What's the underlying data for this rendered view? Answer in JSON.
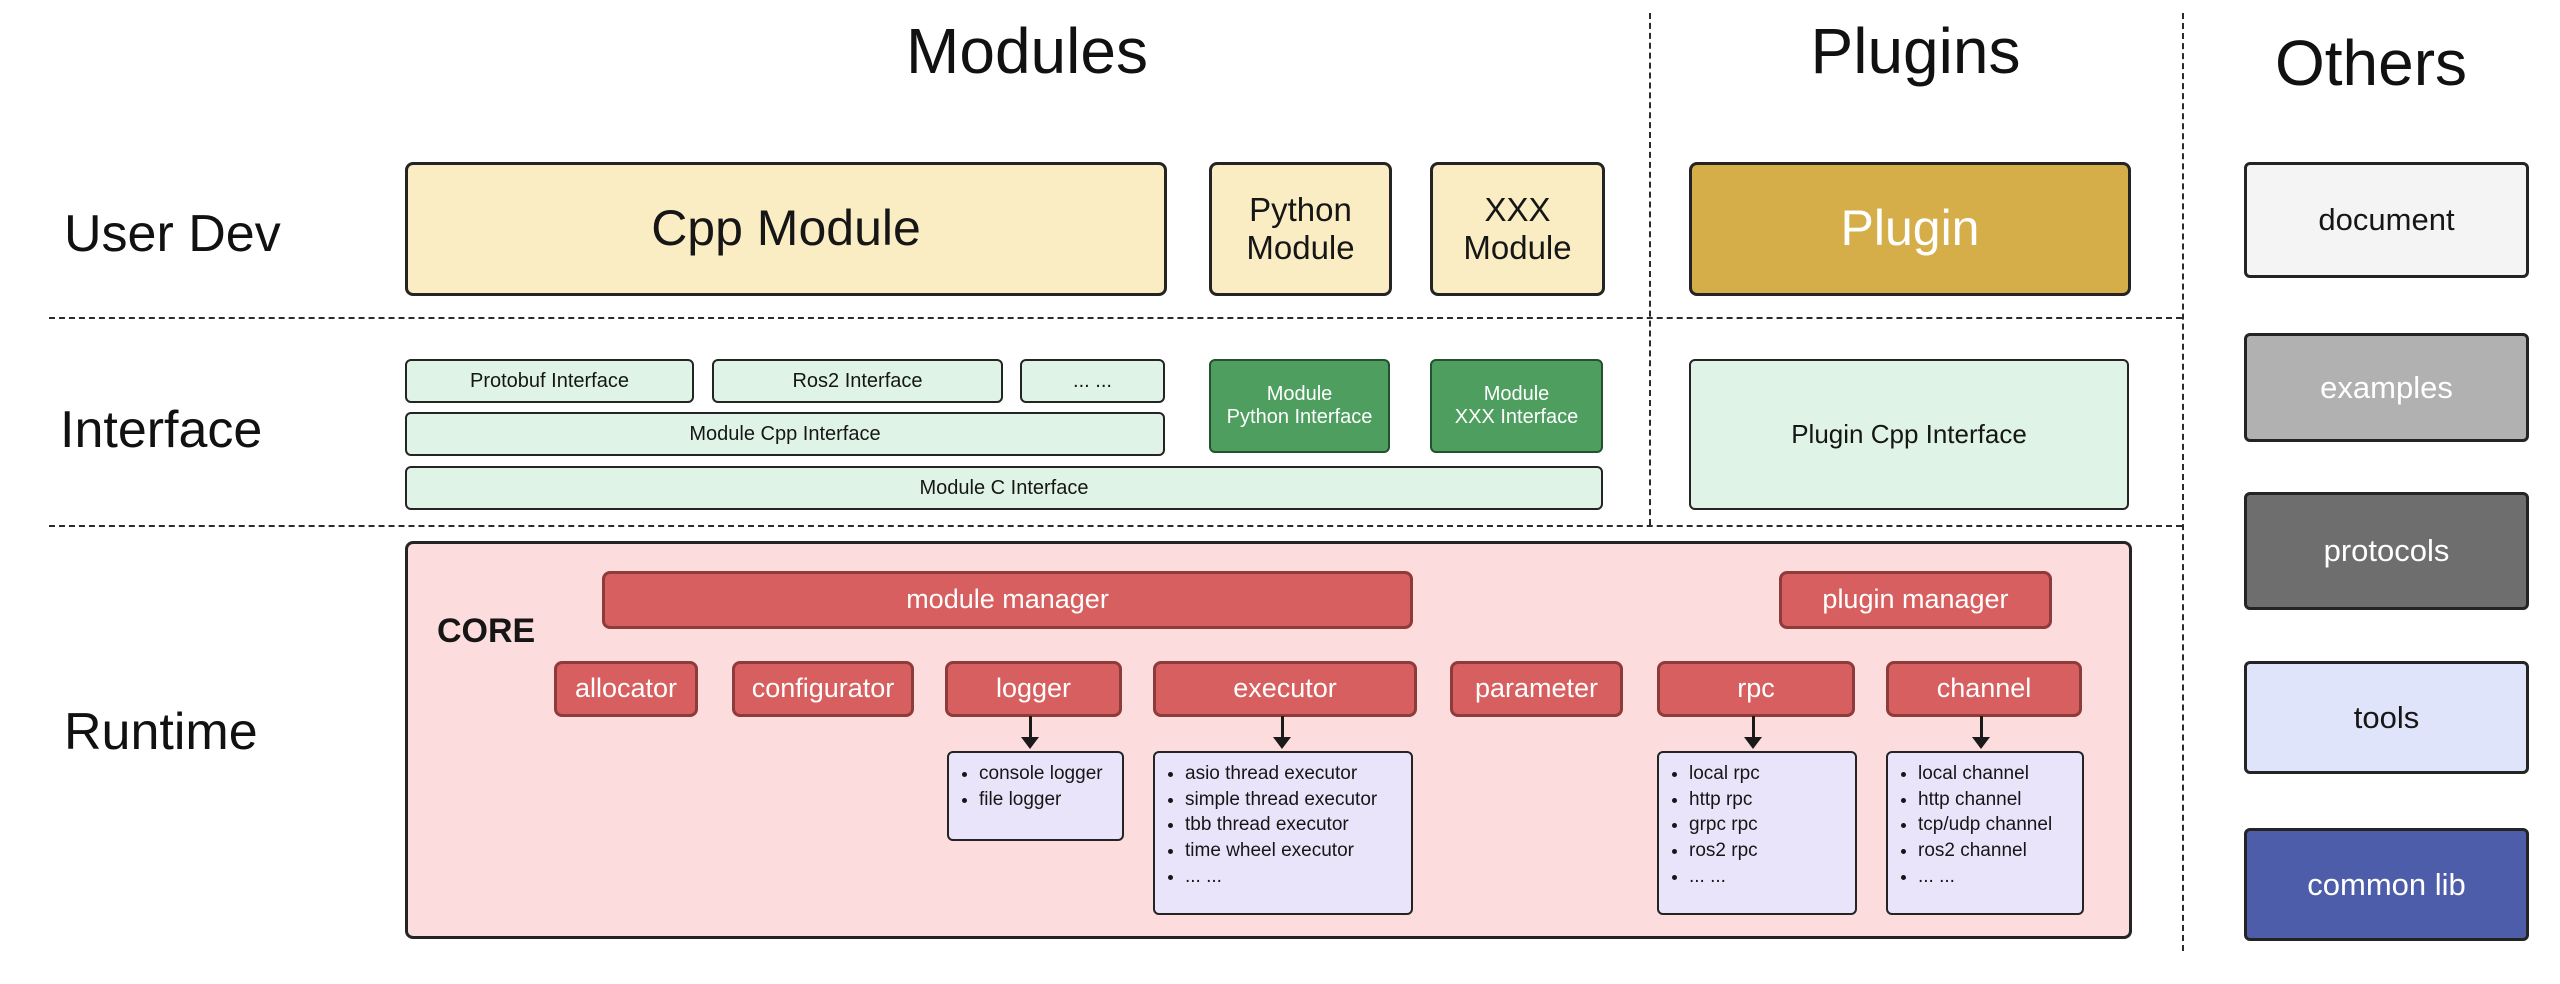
{
  "colors": {
    "module_yellow": "#faedc4",
    "plugin_gold": "#d5ad49",
    "interface_green_light": "#dff3e6",
    "interface_green_dark": "#4d9e5f",
    "runtime_pink": "#fcdcdc",
    "component_red": "#d75f5f",
    "detail_purple": "#eae4fb",
    "document_gray": "#f4f4f4",
    "examples_gray": "#b1b1b1",
    "protocols_gray": "#6e6e6e",
    "tools_lavender": "#dfe4fa",
    "common_lib_indigo": "#4e5da9"
  },
  "headers": {
    "modules": "Modules",
    "plugins": "Plugins",
    "others": "Others"
  },
  "rows": {
    "user_dev": "User Dev",
    "interface": "Interface",
    "runtime": "Runtime"
  },
  "modules": {
    "cpp_module": "Cpp Module",
    "python_module": "Python\nModule",
    "xxx_module": "XXX\nModule"
  },
  "plugins": {
    "plugin": "Plugin"
  },
  "interface": {
    "protobuf": "Protobuf Interface",
    "ros2": "Ros2 Interface",
    "more": "... ...",
    "module_cpp": "Module Cpp Interface",
    "module_c": "Module C Interface",
    "module_python": "Module\nPython Interface",
    "module_xxx": "Module\nXXX Interface",
    "plugin_cpp": "Plugin Cpp Interface"
  },
  "runtime": {
    "core": "CORE",
    "module_manager": "module manager",
    "plugin_manager": "plugin manager",
    "components": [
      "allocator",
      "configurator",
      "logger",
      "executor",
      "parameter",
      "rpc",
      "channel"
    ],
    "logger_items": [
      "console logger",
      "file logger"
    ],
    "executor_items": [
      "asio thread executor",
      "simple thread executor",
      "tbb thread executor",
      "time wheel executor",
      "... ..."
    ],
    "rpc_items": [
      "local rpc",
      "http rpc",
      "grpc rpc",
      "ros2 rpc",
      "... ..."
    ],
    "channel_items": [
      "local channel",
      "http channel",
      "tcp/udp channel",
      "ros2 channel",
      "... ..."
    ]
  },
  "others": {
    "document": "document",
    "examples": "examples",
    "protocols": "protocols",
    "tools": "tools",
    "common_lib": "common lib"
  }
}
